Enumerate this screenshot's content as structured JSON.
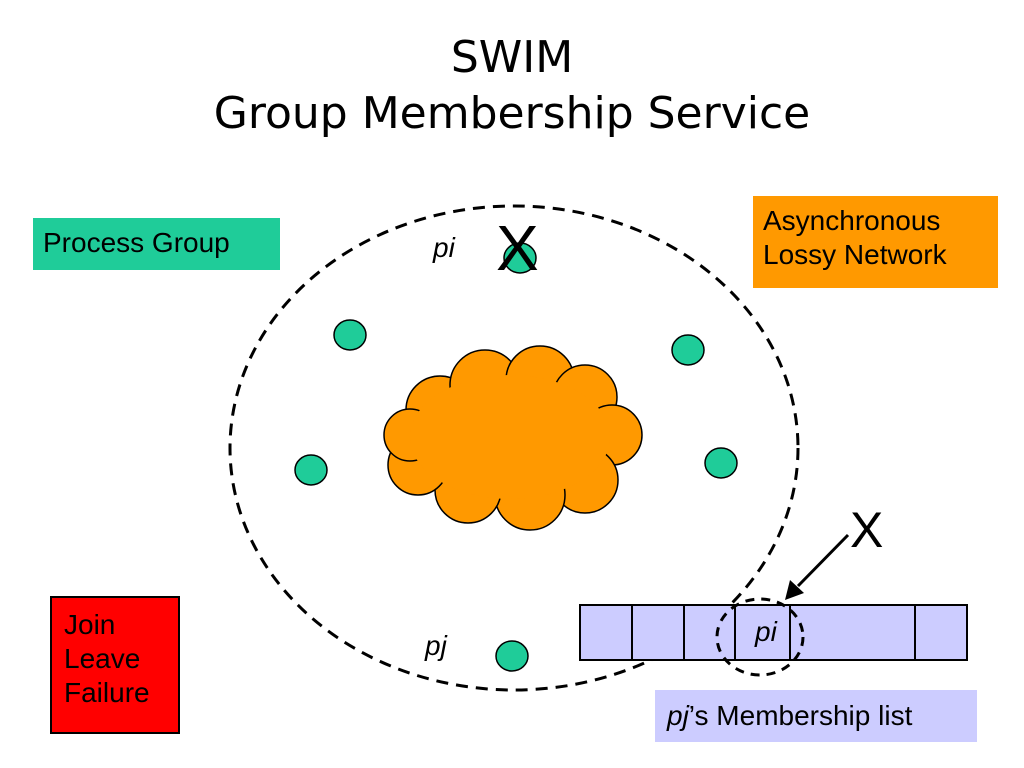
{
  "slide": {
    "title_line1": "SWIM",
    "title_line2": "Group Membership Service"
  },
  "process_group": {
    "label": "Process Group",
    "color": "#1fcc99"
  },
  "network": {
    "line1": "Asynchronous",
    "line2": "Lossy Network",
    "color": "#ff9900",
    "cloud_color": "#ff9900"
  },
  "events": {
    "items": [
      "Join",
      "Leave",
      "Failure"
    ],
    "color": "#ff0000"
  },
  "membership": {
    "caption_owner": "pj",
    "caption_rest": "’s Membership list",
    "color": "#ccccff",
    "entry_label": "pi"
  },
  "nodes": {
    "pi_label": "pi",
    "pj_label": "pj",
    "color": "#1fcc99"
  },
  "failure_marks": {
    "symbol": "X"
  }
}
